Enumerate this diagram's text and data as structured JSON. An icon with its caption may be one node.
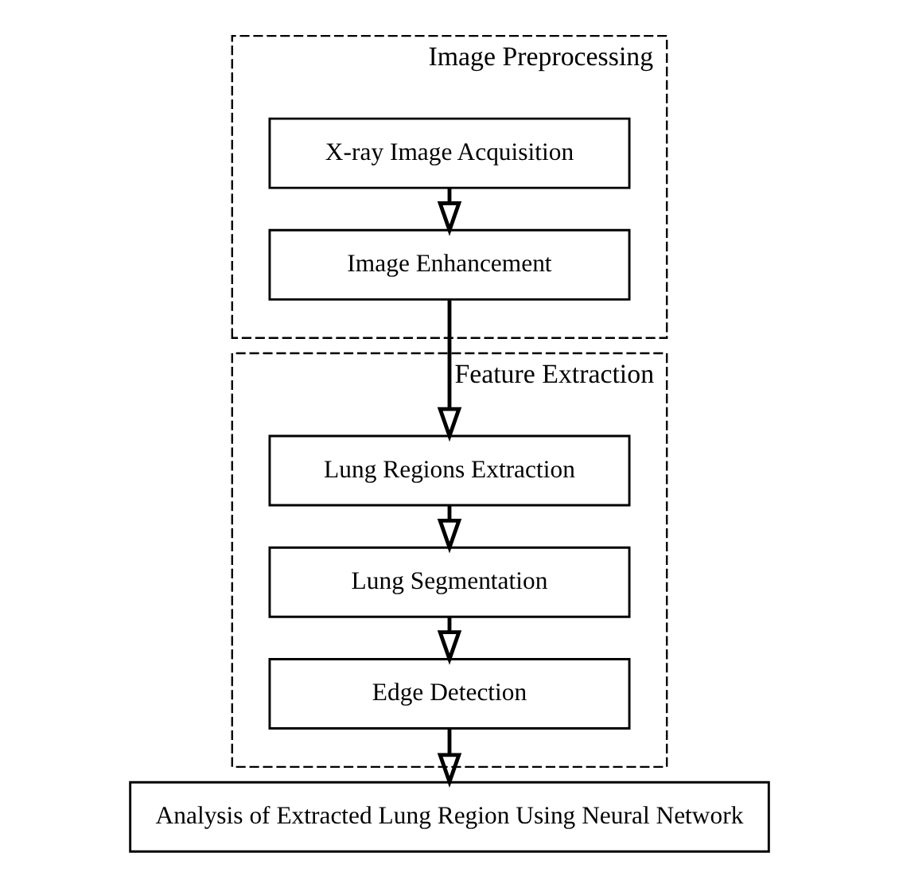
{
  "diagram": {
    "nodes": [
      {
        "text": [
          "Image Preprocessing"
        ]
      },
      {
        "text": [
          "X-ray Image Acquisition"
        ],
        "in": 0
      },
      {
        "text": [
          "Image Enhancement"
        ],
        "in": 0
      },
      {
        "text": [
          "Feature Extraction"
        ]
      },
      {
        "text": [
          "Lung Regions Extraction"
        ],
        "in": 3
      },
      {
        "text": [
          "Lung Segmentation"
        ],
        "in": 3
      },
      {
        "text": [
          "Edge Detection"
        ],
        "in": 3
      },
      {
        "text": [
          "Analysis of Extracted Lung Region Using Neural Network"
        ]
      }
    ],
    "edges": [
      {
        "from": 1,
        "to": 2,
        "arrow": "to"
      },
      {
        "from": 2,
        "to": 4,
        "arrow": "to"
      },
      {
        "from": 4,
        "to": 5,
        "arrow": "to"
      },
      {
        "from": 5,
        "to": 6,
        "arrow": "to"
      },
      {
        "from": 6,
        "to": 7,
        "arrow": "to"
      }
    ]
  }
}
